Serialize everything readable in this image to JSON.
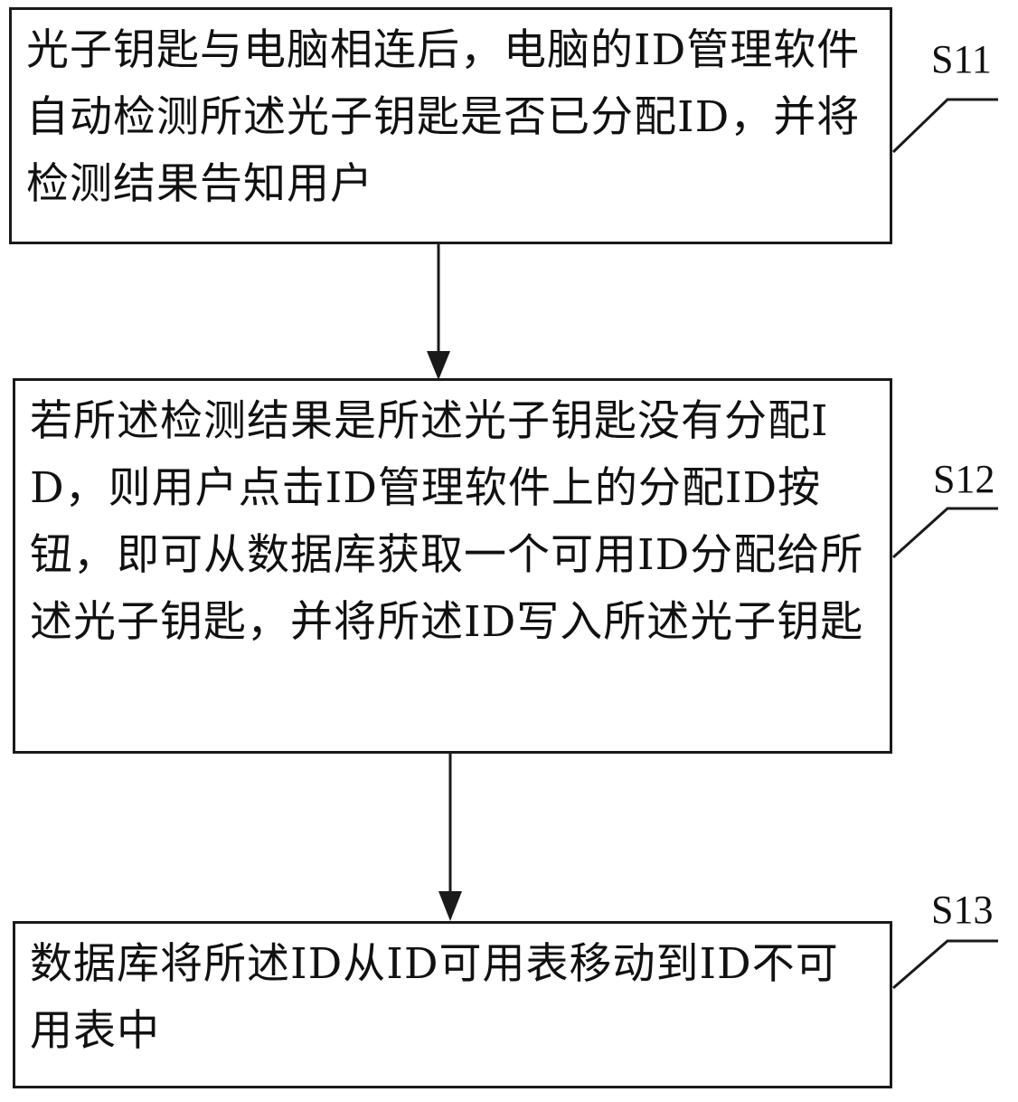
{
  "steps": [
    {
      "id": "S11",
      "text": "光子钥匙与电脑相连后，电脑的ID管理软件自动检测所述光子钥匙是否已分配ID，并将检测结果告知用户"
    },
    {
      "id": "S12",
      "text": "若所述检测结果是所述光子钥匙没有分配ID，则用户点击ID管理软件上的分配ID按钮，即可从数据库获取一个可用ID分配给所述光子钥匙，并将所述ID写入所述光子钥匙"
    },
    {
      "id": "S13",
      "text": "数据库将所述ID从ID可用表移动到ID不可用表中"
    }
  ],
  "colors": {
    "line": "#1a1a1a",
    "text": "#111111",
    "background": "#ffffff"
  }
}
